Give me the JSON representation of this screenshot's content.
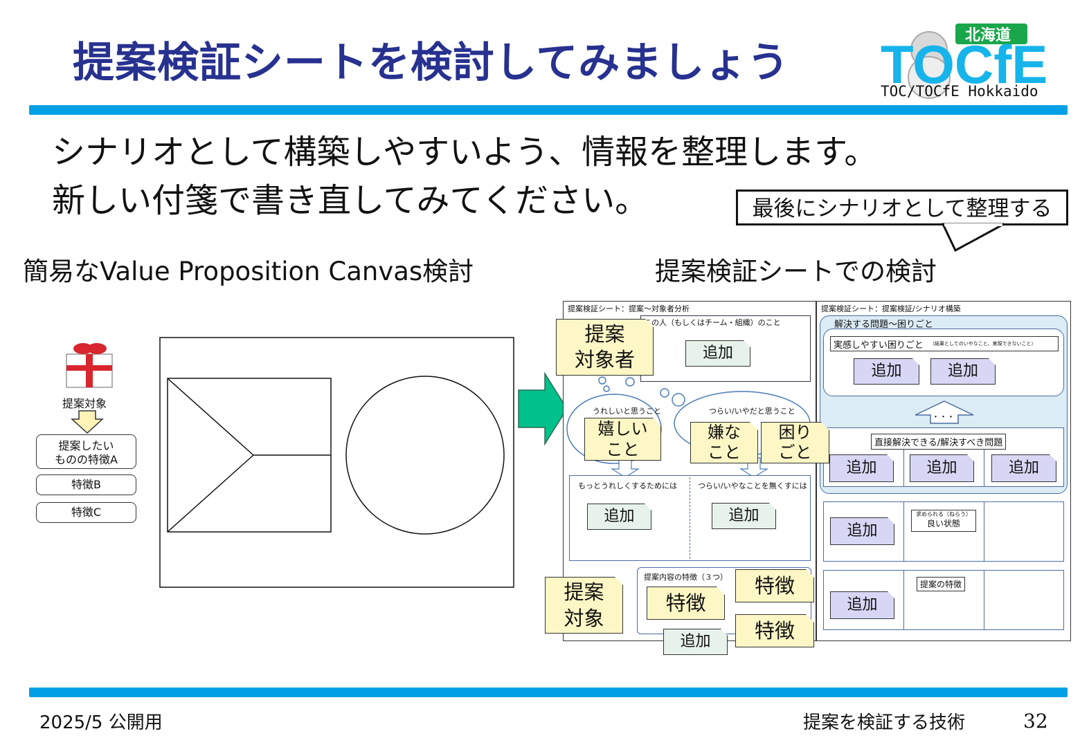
{
  "slide": {
    "title": "提案検証シートを検討してみましょう",
    "logo": {
      "text": "TOCfE",
      "tag": "北海道",
      "caption": "TOC/TOCfE Hokkaido"
    },
    "lines": [
      "シナリオとして構築しやすいよう、情報を整理します。",
      "新しい付箋で書き直してみてください。"
    ],
    "callout": "最後にシナリオとして整理する",
    "left_heading": "簡易なValue Proposition Canvas検討",
    "right_heading": "提案検証シートでの検討"
  },
  "left_panel": {
    "gift_label": "提案対象",
    "feature_a": "提案したい\nものの特徴A",
    "feature_b": "特徴B",
    "feature_c": "特徴C"
  },
  "sheet_left": {
    "header": "提案検証シート：提案～対象者分析",
    "person_box": "この人（もしくはチーム・組織）のこと",
    "joy": "うれしいと思うこと",
    "pain": "つらい/いやだと思うこと",
    "more_joy": "もっとうれしくするためには",
    "remove_pain": "つらい/いやなことを無くすには",
    "features_box": "提案内容の特徴（３つ）",
    "stickies": {
      "target_person": "提案\n対象者",
      "happy": "嬉しい\nこと",
      "dislike": "嫌な\nこと",
      "trouble": "困り\nごと",
      "target": "提案\n対象",
      "feature1": "特徴",
      "feature2": "特徴",
      "feature3": "特徴",
      "add": "追加"
    }
  },
  "sheet_right": {
    "header": "提案検証シート：提案検証/シナリオ構築",
    "problem_area": "解決する問題～困りごと",
    "real_trouble": "実感しやすい困りごと",
    "real_trouble_note": "（結果としてのいやなこと、実現できないこと）",
    "dots": "・・・",
    "direct_solve": "直接解決できる/解決すべき問題",
    "good_state_note": "求められる（ねらう）",
    "good_state": "良い状態",
    "proposal_features": "提案の特徴"
  },
  "footer": {
    "left": "2025/5 公開用",
    "center": "提案を検証する技術",
    "page": "32"
  },
  "colors": {
    "title": "#27318f",
    "bar": "#00a0e6",
    "arrow": "#00c08b",
    "sticky_yellow": "#fdf7c6",
    "sticky_purple": "#d7d7f5",
    "sticky_green": "#e6f2ea"
  }
}
